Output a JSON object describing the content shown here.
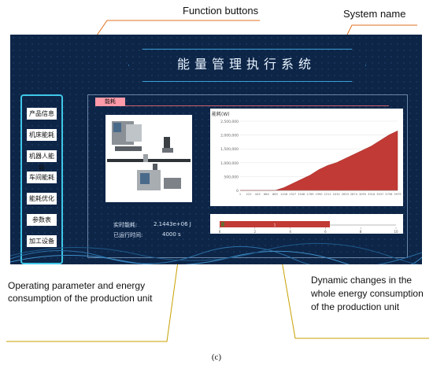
{
  "callouts": {
    "function_buttons": "Function buttons",
    "system_name": "System name",
    "operating_param": "Operating parameter and energy consumption of the  production unit",
    "dynamic_changes": "Dynamic changes in the whole energy consumption of the production unit",
    "caption": "(c)"
  },
  "app": {
    "title": "能量管理执行系统",
    "sidebar": [
      "产品信息",
      "机床能耗",
      "机器人能耗",
      "车间能耗",
      "能耗优化",
      "参数表",
      "加工设备"
    ],
    "tab": "能耗",
    "realtime_label": "实时能耗:",
    "realtime_value": "2.1443e+06 J",
    "runtime_label": "已运行时间:",
    "runtime_value": "4000 s",
    "progress_ticks": [
      "0",
      "2",
      "4",
      "6",
      "8",
      "10"
    ],
    "progress_badge": "1"
  },
  "colors": {
    "accent": "#c23a35",
    "frame": "#0d2547",
    "border": "#3fc8e8"
  },
  "chart_data": {
    "type": "area",
    "ylabel": "能耗(W)",
    "y_ticks": [
      "2,500,000",
      "2,000,000",
      "1,500,000",
      "1,000,000",
      "500,000",
      "0"
    ],
    "ylim": [
      0,
      2500000
    ],
    "x": [
      "1",
      "222",
      "443",
      "664",
      "885",
      "1106",
      "1327",
      "1548",
      "1769",
      "1990",
      "2211",
      "2432",
      "2653",
      "2874",
      "3095",
      "3316",
      "3537",
      "3758",
      "3979"
    ],
    "values": [
      0,
      0,
      0,
      0,
      0,
      100000,
      250000,
      400000,
      550000,
      750000,
      900000,
      1000000,
      1150000,
      1300000,
      1450000,
      1600000,
      1800000,
      2000000,
      2150000
    ],
    "grid": true
  }
}
